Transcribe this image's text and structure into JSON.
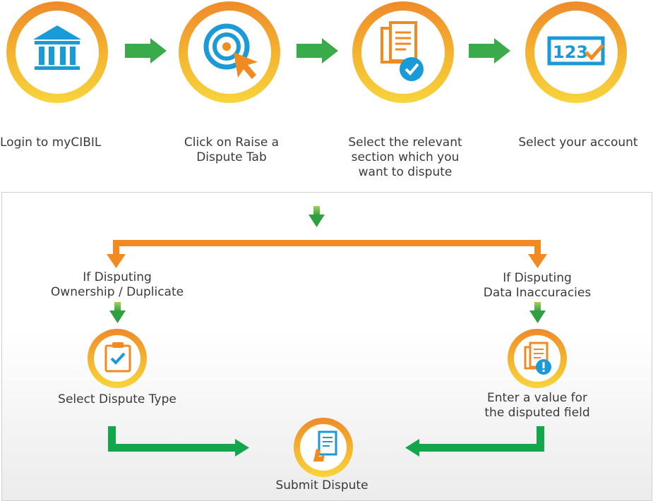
{
  "steps": [
    {
      "label_lines": [
        "Login to myCIBIL"
      ],
      "icon": "bank-icon"
    },
    {
      "label_lines": [
        "Click on Raise a",
        "Dispute Tab"
      ],
      "icon": "target-cursor-icon"
    },
    {
      "label_lines": [
        "Select the relevant",
        "section which you",
        "want to dispute"
      ],
      "icon": "document-check-icon"
    },
    {
      "label_lines": [
        "Select your account"
      ],
      "icon": "account-number-icon"
    }
  ],
  "account_icon_text": "123",
  "branches": {
    "left": {
      "condition_lines": [
        "If Disputing",
        "Ownership / Duplicate"
      ],
      "action": "Select Dispute Type",
      "icon": "clipboard-check-icon"
    },
    "right": {
      "condition_lines": [
        "If Disputing",
        "Data Inaccuracies"
      ],
      "action_lines": [
        "Enter a value for",
        "the disputed field"
      ],
      "icon": "document-alert-icon"
    }
  },
  "final": {
    "label": "Submit Dispute",
    "icon": "hand-document-icon"
  },
  "colors": {
    "orange": "#f18a21",
    "green": "#2fa84f",
    "blue": "#1a9ad6",
    "ring_top": "#ef8a2a",
    "ring_bottom": "#f8d43c"
  }
}
